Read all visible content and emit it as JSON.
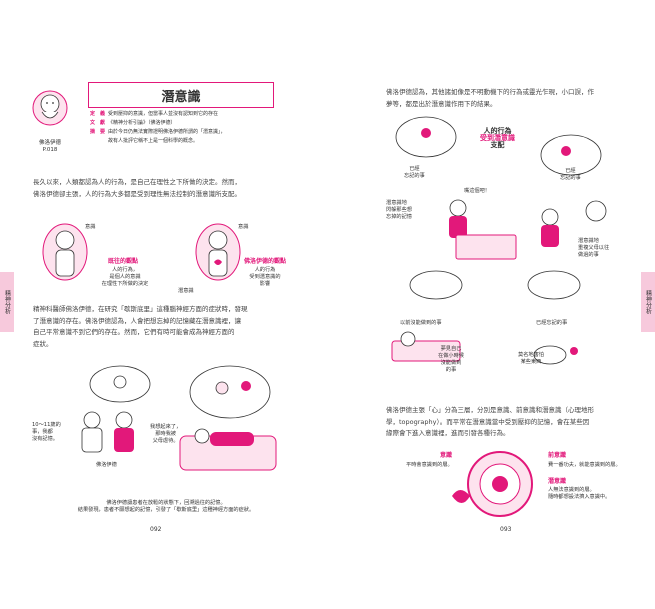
{
  "left_page": {
    "side_tab": "精神分析",
    "profile": {
      "name": "佛洛伊德",
      "page_ref": "P.018"
    },
    "title": "潛意識",
    "definitions": [
      {
        "label": "定　義",
        "text": "受到壓抑的意識，但當事人並沒有認知到它的存在"
      },
      {
        "label": "文　獻",
        "text": "《精神分析引論》（佛洛伊德）"
      },
      {
        "label": "摘　要",
        "text": "由於今日仍無法實際證明佛洛伊德所謂的「潛意識」，"
      },
      {
        "label": "",
        "text": "故有人批評它稱不上是一個科學的概念。"
      }
    ],
    "paragraph1": [
      "長久以來，人類都認為人的行為，是自己在理性之下所做的決定。然而，",
      "佛洛伊德卻主張，人的行為大多都是受到理性無法控制的潛意識所支配。"
    ],
    "fig1": {
      "left_conscious": "意識",
      "left_title": "既往的觀點",
      "left_desc": [
        "人的行為，",
        "是個人的意識",
        "在理性下所做的決定"
      ],
      "right_conscious": "意識",
      "right_title": "佛洛伊德的觀點",
      "right_desc": [
        "人的行為",
        "受到潛意識的",
        "影響"
      ],
      "right_unconscious": "潛意識"
    },
    "paragraph2": [
      "精神科醫師佛洛伊德，在研究「歇斯底里」這種腦神經方面的症狀時，發現",
      "了潛意識的存在。佛洛伊德認為，人會把想忘掉的記憶藏在潛意識裡，讓",
      "自己平常意識不到它們的存在。然而，它們有時可能會成為神經方面的",
      "症狀。"
    ],
    "fig2": {
      "child_age": [
        "10～11歲的",
        "事，我都",
        "沒有記憶。"
      ],
      "freud": "佛洛伊德",
      "patient": [
        "我想起來了，",
        "那時我被",
        "父母虐待。"
      ],
      "caption": [
        "佛洛伊德讓患者在放鬆的狀態下，回溯過往的記憶。",
        "結果發現，患者不願想起的記憶，引發了「歇斯底里」這種神經方面的症狀。"
      ]
    },
    "page_number": "092"
  },
  "right_page": {
    "side_tab": "精神分析",
    "paragraph1": [
      "佛洛伊德認為，其他諸如像是不明動機下的行為或靈光乍現，小口誤，作",
      "夢等，都是出於潛意識作用下的結果。"
    ],
    "fig": {
      "heading": [
        "人的行為",
        "受到潛意識",
        "支配"
      ],
      "forgot_left": [
        "已經",
        "忘記的事"
      ],
      "forgot_right": [
        "已經",
        "忘記的事"
      ],
      "speech": "嘴這個吧！",
      "left_memory": [
        "潛意識地",
        "閃躲那些想",
        "忘掉的記憶"
      ],
      "right_memory": [
        "潛意識地",
        "重複父母以往",
        "做過的事"
      ],
      "dream_left": "以前沒能做到的事",
      "dream_right": "已經忘記的事",
      "dream": [
        "夢見自己",
        "在做小時候",
        "沒能做到",
        "的事"
      ],
      "dog": [
        "莫名地害怕",
        "某些東西"
      ]
    },
    "paragraph2": [
      "佛洛伊德主張「心」分為三層，分別是意識、前意識和潛意識（心理地形",
      "學，topography）。而平常在潛意識當中受到壓抑的記憶，會在某些因",
      "緣際會下進入意識裡，進而引發各種行為。"
    ],
    "diagram": {
      "conscious": "意識",
      "conscious_desc": "平時會意識到的層。",
      "preconscious": "前意識",
      "preconscious_desc": "費一番功夫，就能意識到的層。",
      "unconscious": "潛意識",
      "unconscious_desc": [
        "人無法意識到的層。",
        "隨時都想設法擠入意識中。"
      ]
    },
    "page_number": "093"
  },
  "colors": {
    "accent": "#e2187a",
    "light_accent": "#f7c9dc",
    "text": "#333333"
  }
}
